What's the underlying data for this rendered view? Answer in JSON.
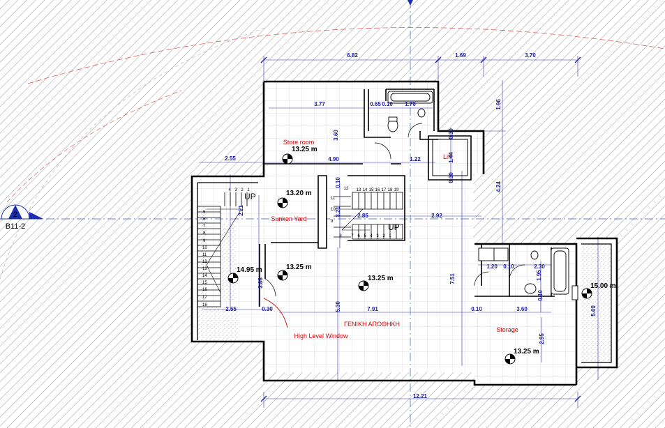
{
  "drawing": {
    "colors": {
      "wall": "#000000",
      "dimension": "#1a1aa0",
      "room_label": "#d40000",
      "grid": "#3a56c8",
      "hatch": "#9a9a9a"
    },
    "section_marker": {
      "number": "2",
      "sheet": "B11-2"
    },
    "rooms": [
      {
        "id": "store-room",
        "label": "Store room"
      },
      {
        "id": "sunken-yard",
        "label": "Sunken Yard"
      },
      {
        "id": "lift",
        "label": "Lift"
      },
      {
        "id": "general-storage",
        "label": "ΓΕΝΙΚΗ ΑΠΟΘΗΚΗ"
      },
      {
        "id": "storage",
        "label": "Storage"
      },
      {
        "id": "high-level-window",
        "label": "High Level Window"
      }
    ],
    "levels": [
      "13.25 m",
      "13.20 m",
      "14.95 m",
      "13.25 m",
      "13.25 m",
      "13.25 m",
      "15.00 m"
    ],
    "stair_labels": [
      "UP",
      "UP"
    ],
    "stair_numbers": {
      "left_top": [
        "4",
        "3",
        "2",
        "1"
      ],
      "left_side": [
        "5",
        "6",
        "7",
        "8",
        "9",
        "10",
        "11",
        "12",
        "13",
        "14",
        "15",
        "16",
        "17",
        "18"
      ],
      "center_top": [
        "12",
        "13",
        "14",
        "15",
        "16",
        "17",
        "18",
        "19"
      ],
      "center_bottom": [
        "8",
        "7",
        "6",
        "5",
        "4",
        "3",
        "2",
        "1"
      ],
      "center_side": [
        "11",
        "10",
        "9"
      ]
    },
    "dimensions": [
      "6.82",
      "1.69",
      "3.70",
      "3.77",
      "0.65",
      "0.10",
      "1.70",
      "3.60",
      "4.90",
      "1.22",
      "0.30",
      "1.44",
      "0.30",
      "1.96",
      "4.24",
      "2.55",
      "0.10",
      "2.21",
      "3.21",
      "2.85",
      "2.92",
      "7.51",
      "3.88",
      "2.55",
      "0.30",
      "5.30",
      "7.91",
      "0.10",
      "3.60",
      "2.95",
      "1.20",
      "0.10",
      "2.30",
      "1.95",
      "0.10",
      "5.60",
      "12.21"
    ]
  }
}
